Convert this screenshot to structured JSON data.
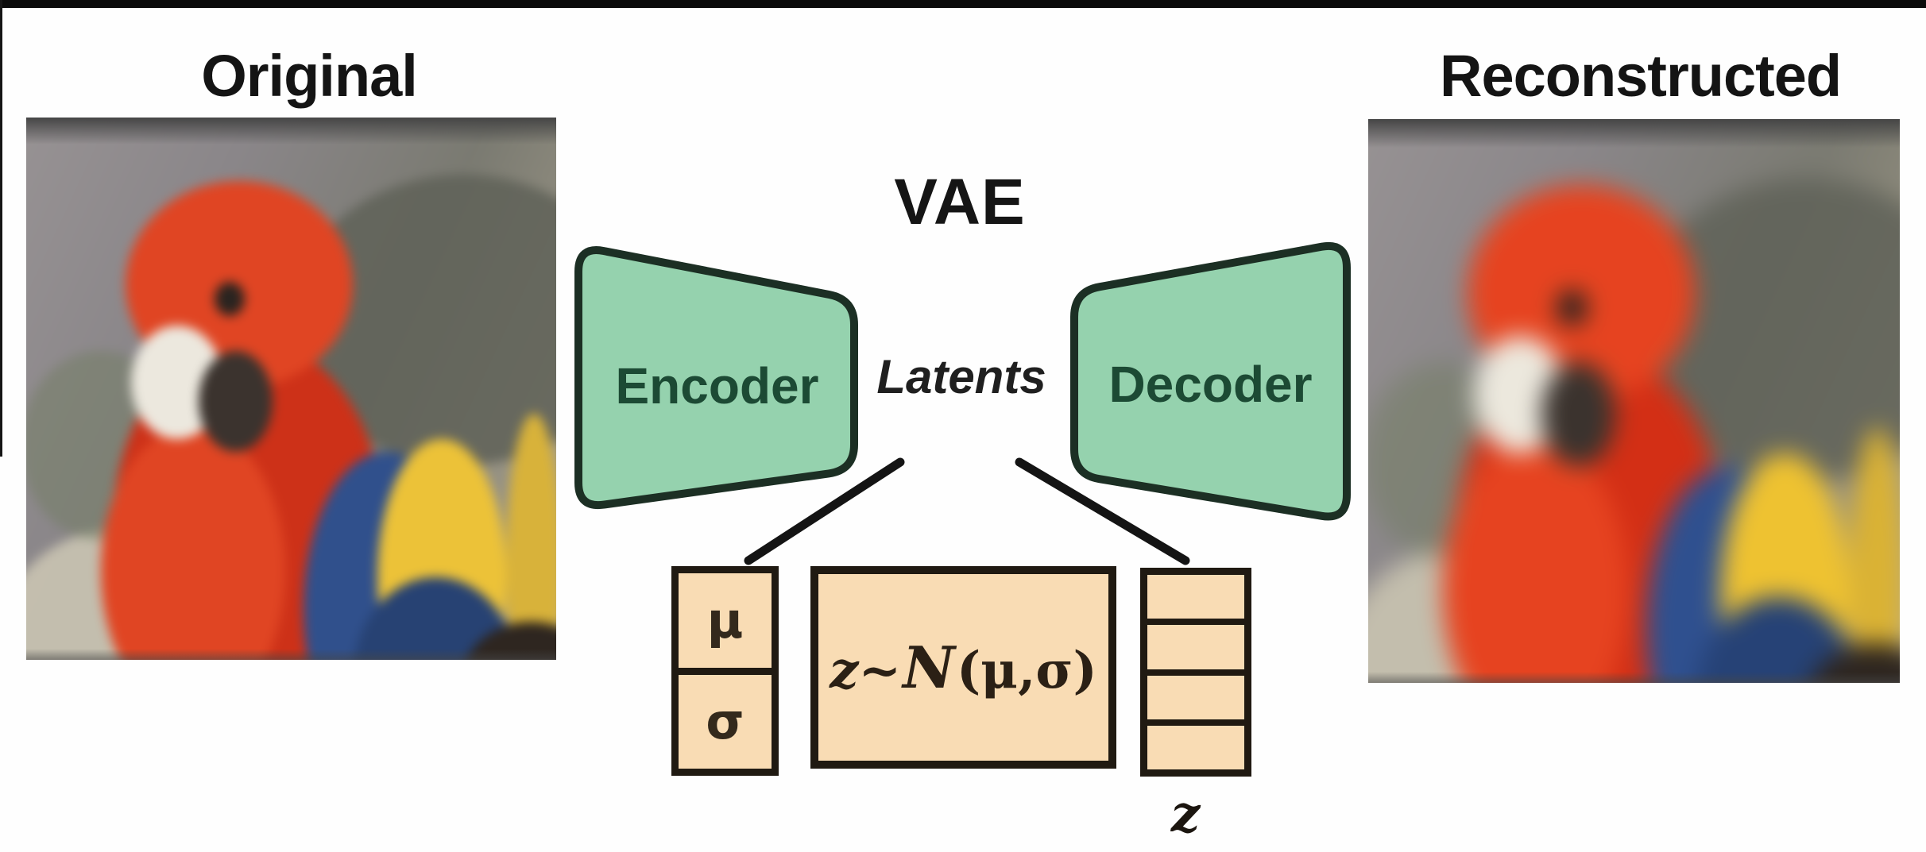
{
  "figure_title": "VAE",
  "panels": {
    "original_label": "Original",
    "reconstructed_label": "Reconstructed"
  },
  "diagram": {
    "encoder_label": "Encoder",
    "decoder_label": "Decoder",
    "latents_label": "Latents",
    "mu_symbol": "μ",
    "sigma_symbol": "σ",
    "formula_parts": {
      "z": "z",
      "tilde": "~",
      "dist": "N",
      "args": "(μ,σ)"
    },
    "z_vector_label": "z",
    "z_vector_cell_count": 4
  },
  "theme": {
    "green_fill": "#95d2ae",
    "shape_border": "#1c2f24",
    "text_green": "#1c4a34",
    "peach_fill": "#f9dcb4",
    "box_border": "#201a12",
    "line_color": "#141414",
    "parrot_red": "#e04523",
    "parrot_blue": "#30508c",
    "parrot_yellow": "#ecc238",
    "beak_white": "#ece8de"
  }
}
